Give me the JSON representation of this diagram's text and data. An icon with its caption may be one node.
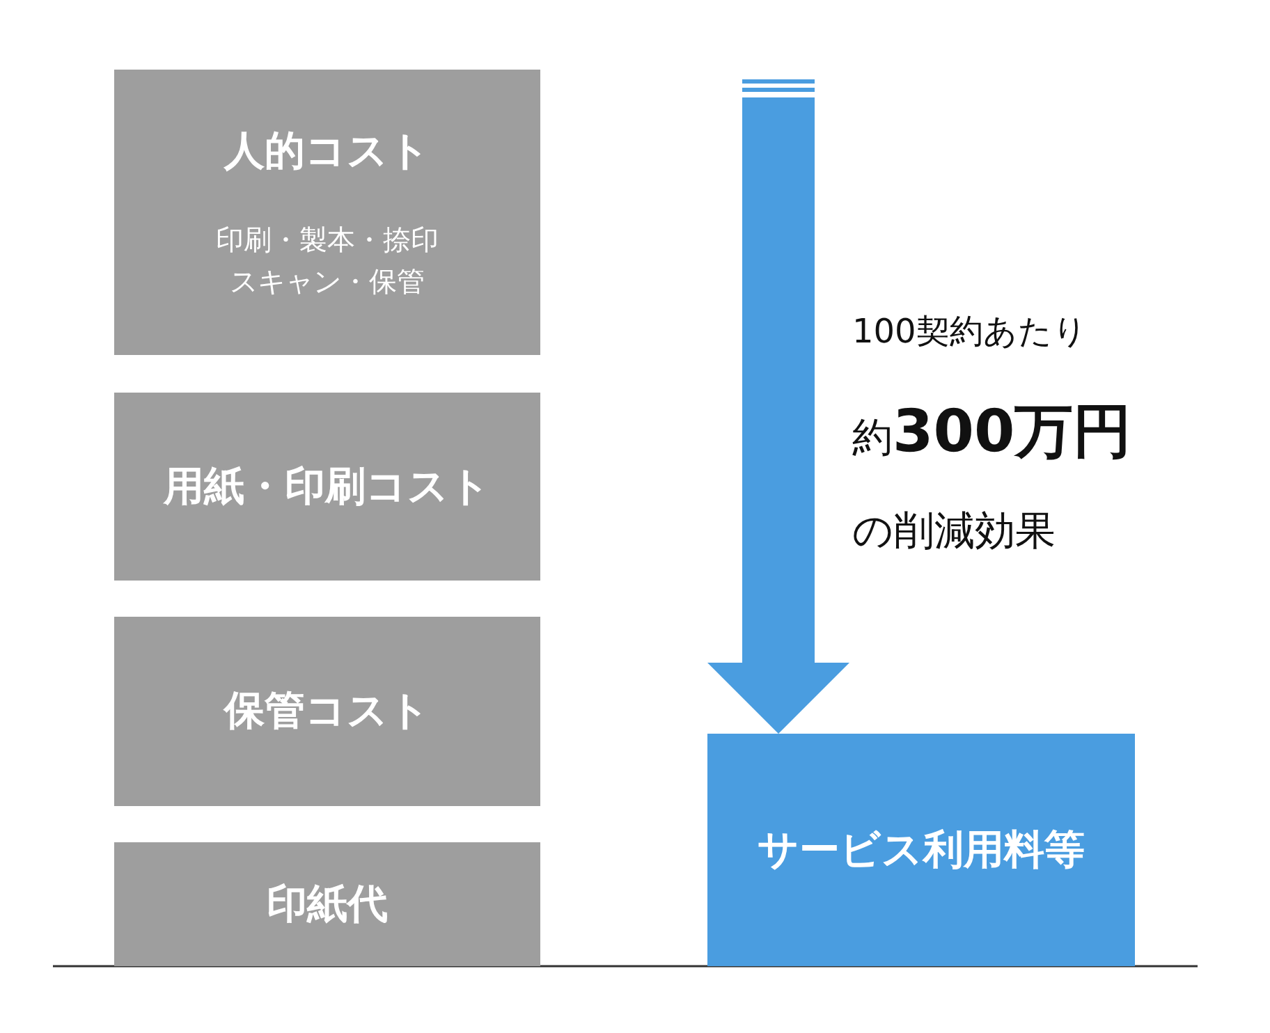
{
  "diagram": {
    "nodes": [
      {
        "text": [
          "人的コスト",
          "印刷・製本・捺印スキャン・保管"
        ]
      },
      {
        "text": [
          "用紙・印刷コスト"
        ]
      },
      {
        "text": [
          "保管コスト"
        ]
      },
      {
        "text": [
          "印紙代"
        ]
      },
      {
        "text": [
          "サービス利用料等"
        ]
      }
    ],
    "edges": [
      {
        "from": null,
        "to": 4,
        "arrow": "to"
      }
    ],
    "labels": [
      "100契約あたり",
      "約**300万円**",
      "の削減効果"
    ]
  }
}
